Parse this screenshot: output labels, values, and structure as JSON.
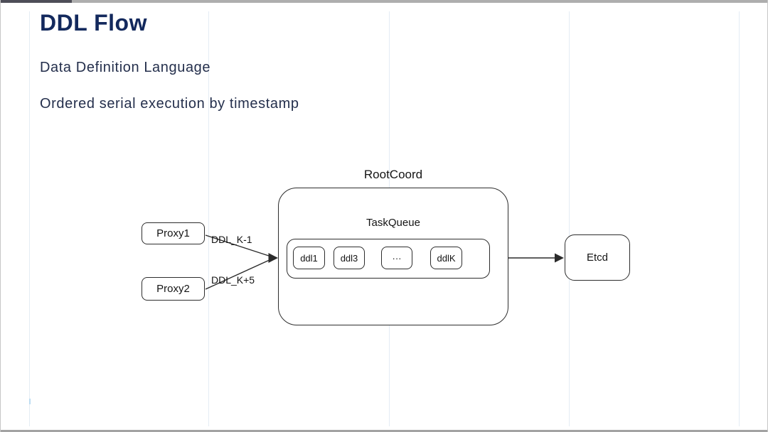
{
  "slide": {
    "title": "DDL Flow",
    "subtitle_line1": "Data Definition Language",
    "subtitle_line2": "Ordered serial execution by timestamp"
  },
  "diagram": {
    "rootcoord_label": "RootCoord",
    "taskqueue_label": "TaskQueue",
    "tasks": [
      "ddl1",
      "ddl3",
      "···",
      "ddlK"
    ],
    "proxies": [
      "Proxy1",
      "Proxy2"
    ],
    "etcd_label": "Etcd",
    "edge_labels": [
      "DDL_K-1",
      "DDL_K+5"
    ]
  },
  "colors": {
    "c-title": "#13295d",
    "c-body": "#242f4c",
    "c-stroke": "#2b2b2b",
    "c-band": "#aeaeae",
    "c-guide": "#e4ecf4"
  }
}
